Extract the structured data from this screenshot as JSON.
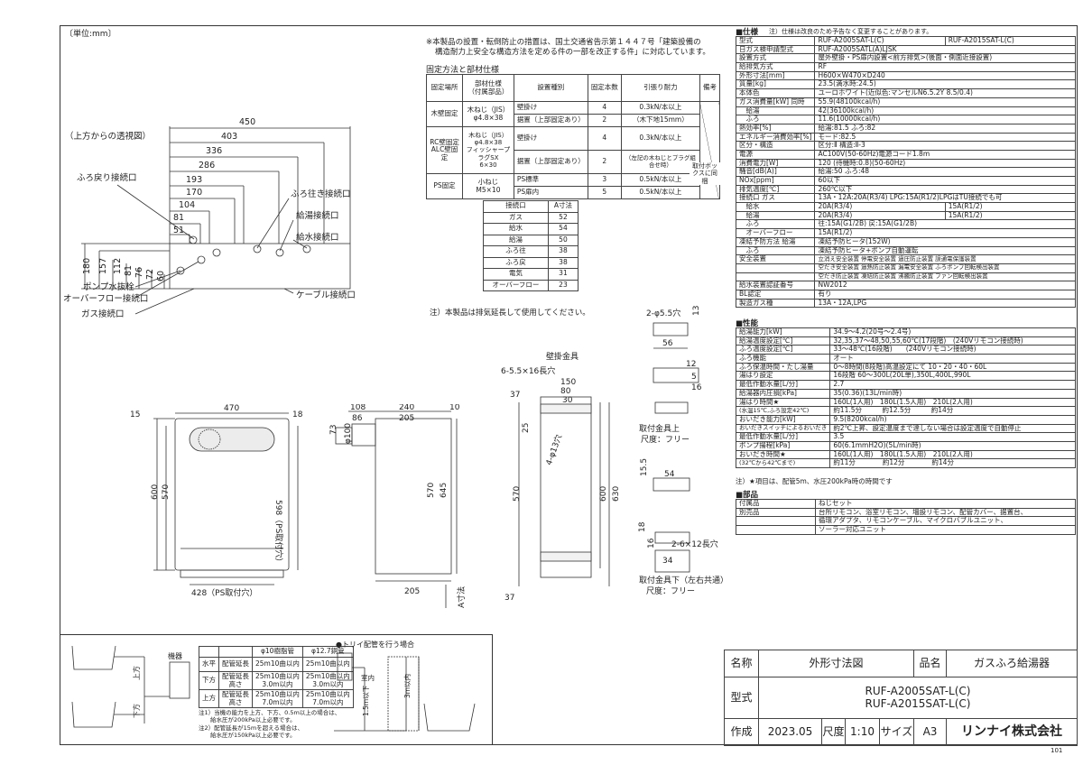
{
  "unit": "〔単位:mm〕",
  "notes": {
    "seismic_1": "※本製品の設置・転倒防止の措置は、国土交通省告示第１４４７号「建築設備の",
    "seismic_2": "構造耐力上安全な構造方法を定める件の一部を改正する件」に対応しています。",
    "fix_title": "固定方法と部材仕様",
    "exhaust": "注）本製品は排気延長して使用してください。",
    "top_view": "（上方からの透視図）",
    "pipe_title": "●トリイ配管を行う場合",
    "spec_note": "注）仕様は改良のため予告なく変更することがあります。",
    "perf_note": "注）★項目は、配管5m、水圧200kPa時の時間です",
    "pipe_note_1": "注1）当機の能力を上方、下方、0.5m以上の場合は、",
    "pipe_note_2": "　　給水圧が200kPa以上必要です。",
    "pipe_note_3": "注2）配管延長が15mを超える場合は、",
    "pipe_note_4": "　　給水圧が150kPa以上必要です。"
  },
  "fix_table": {
    "headers": [
      "固定場所",
      "部材仕様\n（付属部品）",
      "設置種別",
      "固定本数",
      "引張り耐力",
      "備考"
    ],
    "rows": [
      [
        "木壁固定",
        "木ねじ（JIS）\nφ4.8×38",
        "壁掛け",
        "4",
        "0.3kN/本以上",
        ""
      ],
      [
        "",
        "",
        "据置（上部固定あり）",
        "2",
        "（木下地15mm）",
        ""
      ],
      [
        "RC壁固定\nALC壁固定",
        "木ねじ（JIS）\nφ4.8×38\nフィッシャープラグSX\n6×30",
        "壁掛け",
        "4",
        "0.3kN/本以上",
        ""
      ],
      [
        "",
        "",
        "据置（上部固定あり）",
        "2",
        "（左記の木ねじとプラグ組合せ時）",
        ""
      ],
      [
        "PS固定",
        "小ねじ\nM5×10",
        "PS標準",
        "3",
        "0.5kN/本以上",
        "取付ボックスに同梱"
      ],
      [
        "",
        "",
        "PS扉内",
        "5",
        "0.5kN/本以上",
        ""
      ]
    ]
  },
  "conn_table": {
    "headers": [
      "接続口",
      "A寸法"
    ],
    "rows": [
      [
        "ガス",
        "52"
      ],
      [
        "給水",
        "54"
      ],
      [
        "給湯",
        "50"
      ],
      [
        "ふろ往",
        "38"
      ],
      [
        "ふろ戻",
        "38"
      ],
      [
        "電気",
        "31"
      ],
      [
        "オーバーフロー",
        "23"
      ]
    ]
  },
  "top_dims": [
    "450",
    "403",
    "336",
    "286",
    "193",
    "170",
    "104",
    "81",
    "51"
  ],
  "side_dims": [
    "180",
    "157",
    "112",
    "81",
    "76",
    "72",
    "60"
  ],
  "callouts_left": [
    "ふろ戻り接続口",
    "ポンプ水抜栓",
    "オーバーフロー接続口",
    "ガス接続口"
  ],
  "callouts_right": [
    "ふろ往き接続口",
    "給湯接続口",
    "給水接続口",
    "ケーブル接続口"
  ],
  "front_dims": {
    "w": "470",
    "top": "15",
    "right": "18",
    "h1": "600",
    "h2": "570",
    "ps": "598（PS取付穴）",
    "bottom": "428（PS取付穴）"
  },
  "side_view_dims": {
    "d1": "108",
    "d2": "240",
    "d3": "10",
    "d4": "86",
    "d5": "205",
    "h1": "570",
    "h2": "645",
    "bottom": "205",
    "a": "A寸法",
    "dia": "φ100",
    "t73": "73"
  },
  "bracket": {
    "title": "壁掛金具",
    "holes": "6-5.5×16長穴",
    "d150": "150",
    "d80": "80",
    "d30": "30",
    "h37": "37",
    "h25": "25",
    "diag": "4-φ13穴",
    "h570": "570",
    "h600": "600",
    "h630": "630",
    "b37": "37"
  },
  "upper_fix": {
    "holes": "2-φ5.5穴",
    "d13": "13",
    "d56": "56",
    "d12": "12",
    "d5": "5",
    "d16": "16",
    "title": "取付金具上",
    "scale": "尺度：フリー"
  },
  "lower_fix": {
    "d15_5": "15.5",
    "d54": "54",
    "d18": "18",
    "d16": "16",
    "holes": "2-6×12長穴",
    "d34": "34",
    "title": "取付金具下（左右共通）",
    "scale": "尺度：フリー"
  },
  "spec_section": "■仕様",
  "spec_rows": [
    [
      "型式",
      "RUF-A2005SAT-L(C)",
      "RUF-A2015SAT-L(C)"
    ],
    [
      "日ガス検申請型式",
      "RUF-A2005SATL(A)LJSK",
      ""
    ],
    [
      "設置方式",
      "屋外壁掛・PS扉内設置<前方排気>(後面・側面近接設置)",
      ""
    ],
    [
      "給排気方式",
      "RF",
      ""
    ],
    [
      "外形寸法[mm]",
      "H600×W470×D240",
      ""
    ],
    [
      "質量[kg]",
      "23.5(満水時:24.5)",
      ""
    ],
    [
      "本体色",
      "ユーロホワイト(近似色:マンセルN6.5.2Y 8.5/0.4)",
      ""
    ],
    [
      "ガス消費量[kW] 同時",
      "55.9(48100kcal/h)",
      ""
    ],
    [
      "　給湯",
      "42(36100kcal/h)",
      ""
    ],
    [
      "　ふろ",
      "11.6(10000kcal/h)",
      ""
    ],
    [
      "熱効率[%]",
      "給湯:81.5 ふろ:82",
      ""
    ],
    [
      "エネルギー消費効率[%]",
      "モード:82.5",
      ""
    ],
    [
      "区分・構造",
      "区分:Ⅱ 構造:Ⅱ-3",
      ""
    ],
    [
      "電源",
      "AC100V(50-60Hz)電源コード1.8m",
      ""
    ],
    [
      "消費電力[W]",
      "120 (待機時:0.8)(50-60Hz)",
      ""
    ],
    [
      "騒音[dB(A)]",
      "給湯:50 ふろ:48",
      ""
    ],
    [
      "NOx[ppm]",
      "60以下",
      ""
    ],
    [
      "排気温度[℃]",
      "260℃以下",
      ""
    ],
    [
      "接続口 ガス",
      "13A・12A:20A(R3/4) LPG:15A(R1/2)LPGはTU接続でも可",
      ""
    ],
    [
      "　給水",
      "20A(R3/4)",
      "15A(R1/2)"
    ],
    [
      "　給湯",
      "20A(R3/4)",
      "15A(R1/2)"
    ],
    [
      "　ふろ",
      "往:15A(G1/2B) 戻:15A(G1/2B)",
      ""
    ],
    [
      "　オーバーフロー",
      "15A(R1/2)",
      ""
    ],
    [
      "凍結予防方法 給湯",
      "凍結予防ヒータ(152W)",
      ""
    ],
    [
      "　ふろ",
      "凍結予防ヒータ+ポンプ自動運転",
      ""
    ],
    [
      "安全装置",
      "立消え安全装置 停電安全装置 過圧防止装置 誤通電保護装置",
      ""
    ],
    [
      "",
      "空だき安全装置 過熱防止装置 漏電安全装置 ふろポンプ回転検出装置",
      ""
    ],
    [
      "",
      "空だき防止装置 凍結防止装置 沸騰防止装置 ファン回転検出装置",
      ""
    ],
    [
      "給水装置認証番号",
      "NW2012",
      ""
    ],
    [
      "BL認定",
      "有り",
      ""
    ],
    [
      "製造ガス種",
      "13A・12A,LPG",
      ""
    ]
  ],
  "perf_section": "■性能",
  "perf_rows": [
    [
      "給湯能力[kW]",
      "34.9〜4.2(20号〜2.4号)"
    ],
    [
      "給湯温度設定[℃]",
      "32,35,37〜48,50,55,60℃(17段階)　(240Vリモコン接続時)"
    ],
    [
      "ふろ温度設定[℃]",
      "33〜48℃(16段階)　　(240Vリモコン接続時)"
    ],
    [
      "ふろ機能",
      "オート"
    ],
    [
      "ふろ保温時間・たし湯量",
      "0〜8時間(8段階)高温設定にて 10・20・40・60L"
    ],
    [
      "湯はり設定",
      "16段階 60〜300L(20L単),350L,400L,990L"
    ],
    [
      "最低作動水量[L/分]",
      "2.7"
    ],
    [
      "給湯器内圧損[kPa]",
      "35(0.36)(13L/min時)"
    ],
    [
      "湯はり時間★",
      "160L(1人用)　180L(1.5人用)　210L(2人用)"
    ],
    [
      "(水温15℃,ふろ設定42℃)",
      "約11.5分　　　約12.5分　　　約14分"
    ],
    [
      "おいだき能力[kW]",
      "9.5(8200kcal/h)"
    ],
    [
      "おいだきスイッチによるおいだき",
      "約2℃上昇、設定温度まで達しない場合は設定温度で自動停止"
    ],
    [
      "最低作動水量[L/分]",
      "3.5"
    ],
    [
      "ポンプ揚程[kPa]",
      "60(6.1mmH2O)(5L/min時)"
    ],
    [
      "おいだき時間★",
      "160L(1人用)　180L(1.5人用)　210L(2人用)"
    ],
    [
      "(32℃から42℃まで)",
      "約11分　　　　約12分　　　　約14分"
    ]
  ],
  "parts_section": "■部品",
  "parts_rows": [
    [
      "付属品",
      "ねじセット"
    ],
    [
      "別売品",
      "台所リモコン、浴室リモコン、増設リモコン、配管カバー、据置台、"
    ],
    [
      "",
      "循環アダプタ、リモコンケーブル、マイクロバブルユニット、"
    ],
    [
      "",
      "ソーラー対応ユニット"
    ]
  ],
  "pipe_table": {
    "headers": [
      "",
      "",
      "φ10樹脂管",
      "φ12.7銅管"
    ],
    "rows": [
      [
        "水平",
        "配管延長",
        "25m10曲以内",
        "25m10曲以内"
      ],
      [
        "下方",
        "配管延長\n高さ",
        "25m10曲以内\n3.0m以内",
        "25m10曲以内\n3.0m以内"
      ],
      [
        "上方",
        "配管延長\n高さ",
        "25m10曲以内\n7.0m以内",
        "25m10曲以内\n7.0m以内"
      ]
    ]
  },
  "title_block": {
    "name_label": "名称",
    "name": "外形寸法図",
    "product_label": "品名",
    "product": "ガスふろ給湯器",
    "model_label": "型式",
    "model_1": "RUF-A2005SAT-L(C)",
    "model_2": "RUF-A2015SAT-L(C)",
    "date_label": "作成",
    "date": "2023.05",
    "scale_label": "尺度",
    "scale": "1:10",
    "size_label": "サイズ",
    "size": "A3",
    "company": "リンナイ株式会社",
    "page": "101"
  },
  "bottom_labels": {
    "upper": "上方",
    "lower": "下方",
    "equip": "機器",
    "h1": "1.5m以下",
    "h2": "3m以内",
    "wall": "室内"
  }
}
